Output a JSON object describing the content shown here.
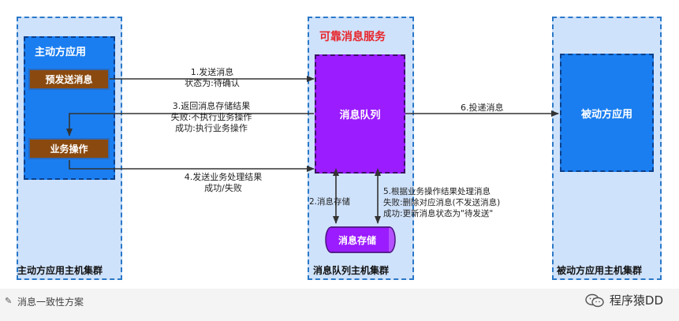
{
  "clusters": {
    "active_host": "主动方应用主机集群",
    "mq_host": "消息队列主机集群",
    "passive_host": "被动方应用主机集群"
  },
  "active_app": {
    "title": "主动方应用",
    "pre_send_button": "预发送消息",
    "business_button": "业务操作"
  },
  "reliable_service": {
    "title": "可靠消息服务",
    "queue_label": "消息队列",
    "storage_label": "消息存储"
  },
  "passive_app": {
    "title": "被动方应用"
  },
  "arrows": {
    "step1_line1": "1.发送消息",
    "step1_line2": "状态为:待确认",
    "step2": "2.消息存储",
    "step3_line1": "3.返回消息存储结果",
    "step3_line2": "失败:不执行业务操作",
    "step3_line3": "成功:执行业务操作",
    "step4_line1": "4.发送业务处理结果",
    "step4_line2": "成功/失败",
    "step5_line1": "5.根据业务操作结果处理消息",
    "step5_line2": "失败:删除对应消息(不发送消息)",
    "step5_line3": "成功:更新消息状态为\"待发送\"",
    "step6": "6.投递消息"
  },
  "caption": "消息一致性方案",
  "watermark": "程序猿DD",
  "colors": {
    "cluster_fill": "#cfe2fb",
    "cluster_border": "#2a78c8",
    "app_blue": "#1a7ef0",
    "button_brown": "#8a4a0f",
    "queue_purple": "#9b1cff",
    "service_title_red": "#e8262b"
  }
}
